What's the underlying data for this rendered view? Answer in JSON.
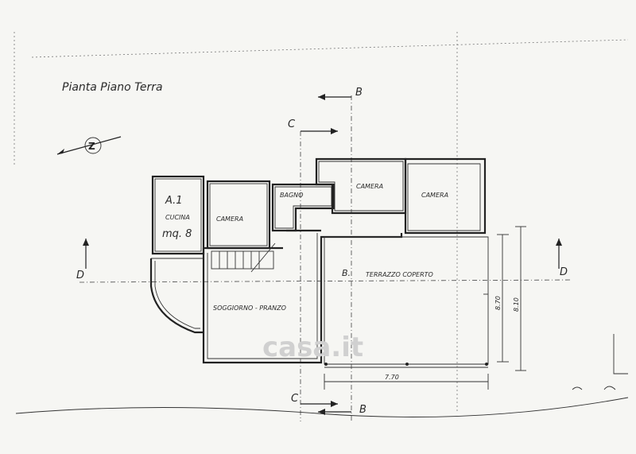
{
  "title": "Pianta Piano Terra",
  "compass": {
    "label": "Z",
    "icon": "north-arrow-icon"
  },
  "sections": {
    "b": "B",
    "c": "C",
    "d": "D"
  },
  "rooms": {
    "unit_label": "A.1",
    "cucina": "CUCINA",
    "area": "mq. 8",
    "camera_left": "CAMERA",
    "bagno": "BAGNO",
    "camera_top": "CAMERA",
    "camera_right": "CAMERA",
    "soggiorno": "SOGGIORNO - PRANZO",
    "terrazzo_letter": "B.",
    "terrazzo": "TERRAZZO COPERTO"
  },
  "dimensions": {
    "width": "7.70",
    "height_inner": "8.70",
    "height_outer": "8.10"
  },
  "watermark": "casa.it",
  "colors": {
    "ink": "#222222",
    "paper": "#f6f6f3",
    "watermark": "#d0d0d0"
  }
}
